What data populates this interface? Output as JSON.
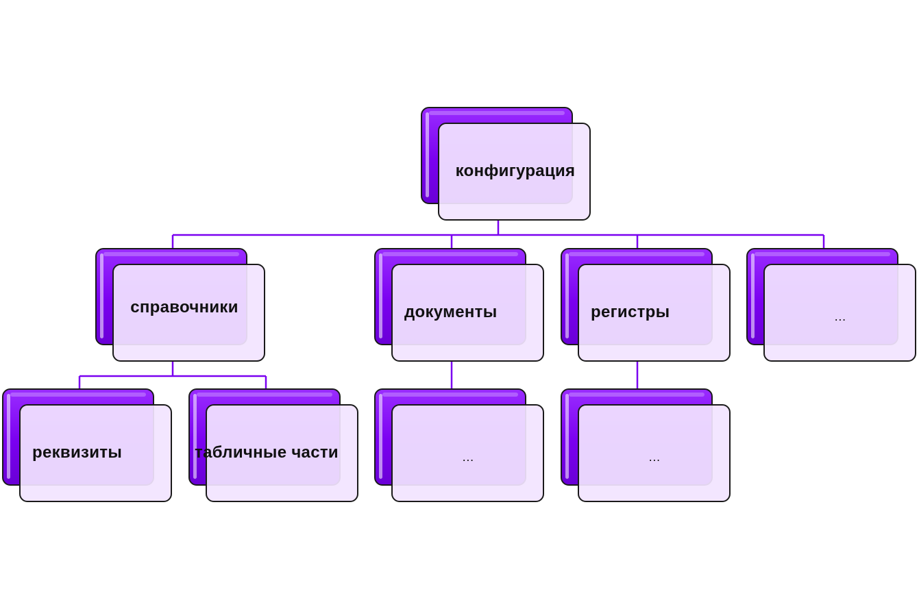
{
  "diagram": {
    "root": {
      "label": "конфигурация"
    },
    "level1": [
      {
        "label": "справочники"
      },
      {
        "label": "документы"
      },
      {
        "label": "регистры"
      },
      {
        "label": "…"
      }
    ],
    "level2": [
      {
        "label": "реквизиты"
      },
      {
        "label": "табличные части"
      },
      {
        "label": "…"
      },
      {
        "label": "…"
      }
    ],
    "colors": {
      "accent": "#7a00f0",
      "card_fill": "#f2e4ff",
      "connector": "#7a00f0",
      "border": "#1a1a1a"
    }
  }
}
